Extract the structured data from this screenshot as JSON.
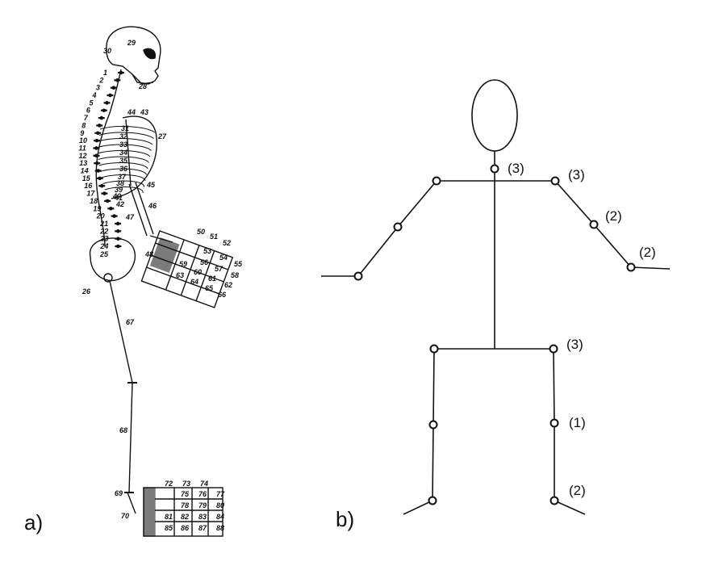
{
  "panels": {
    "a": {
      "label": "a)"
    },
    "b": {
      "label": "b)"
    }
  },
  "skeleton_numbers": {
    "skull": [
      "29",
      "30",
      "28"
    ],
    "cervical": [
      "1",
      "2",
      "3",
      "4",
      "5",
      "6",
      "7",
      "8",
      "9"
    ],
    "thoracic": [
      "10",
      "11",
      "12",
      "13",
      "14",
      "15",
      "16",
      "17",
      "18",
      "19"
    ],
    "lumbar": [
      "20",
      "21",
      "22",
      "23",
      "24"
    ],
    "ribs": [
      "44",
      "43",
      "27",
      "31",
      "32",
      "33",
      "34",
      "35",
      "36",
      "37",
      "38",
      "39",
      "40",
      "41",
      "42"
    ],
    "arm": [
      "45",
      "46",
      "47",
      "48"
    ],
    "hand": [
      "50",
      "51",
      "52",
      "53",
      "54",
      "55",
      "56",
      "57",
      "58",
      "59",
      "60",
      "61",
      "62",
      "63",
      "64",
      "65",
      "66"
    ],
    "pelvis": [
      "25",
      "26"
    ],
    "leg": [
      "67",
      "68",
      "69",
      "70"
    ],
    "foot": [
      "72",
      "73",
      "74",
      "75",
      "76",
      "77",
      "78",
      "79",
      "80",
      "81",
      "82",
      "83",
      "84",
      "85",
      "86",
      "87",
      "88"
    ]
  },
  "stick_figure": {
    "dof_labels": {
      "neck": "(3)",
      "right_shoulder": "(3)",
      "right_elbow": "(2)",
      "right_wrist": "(2)",
      "right_hip": "(3)",
      "right_knee": "(1)",
      "right_ankle": "(2)"
    }
  },
  "colors": {
    "ink": "#111111",
    "background": "#ffffff"
  }
}
